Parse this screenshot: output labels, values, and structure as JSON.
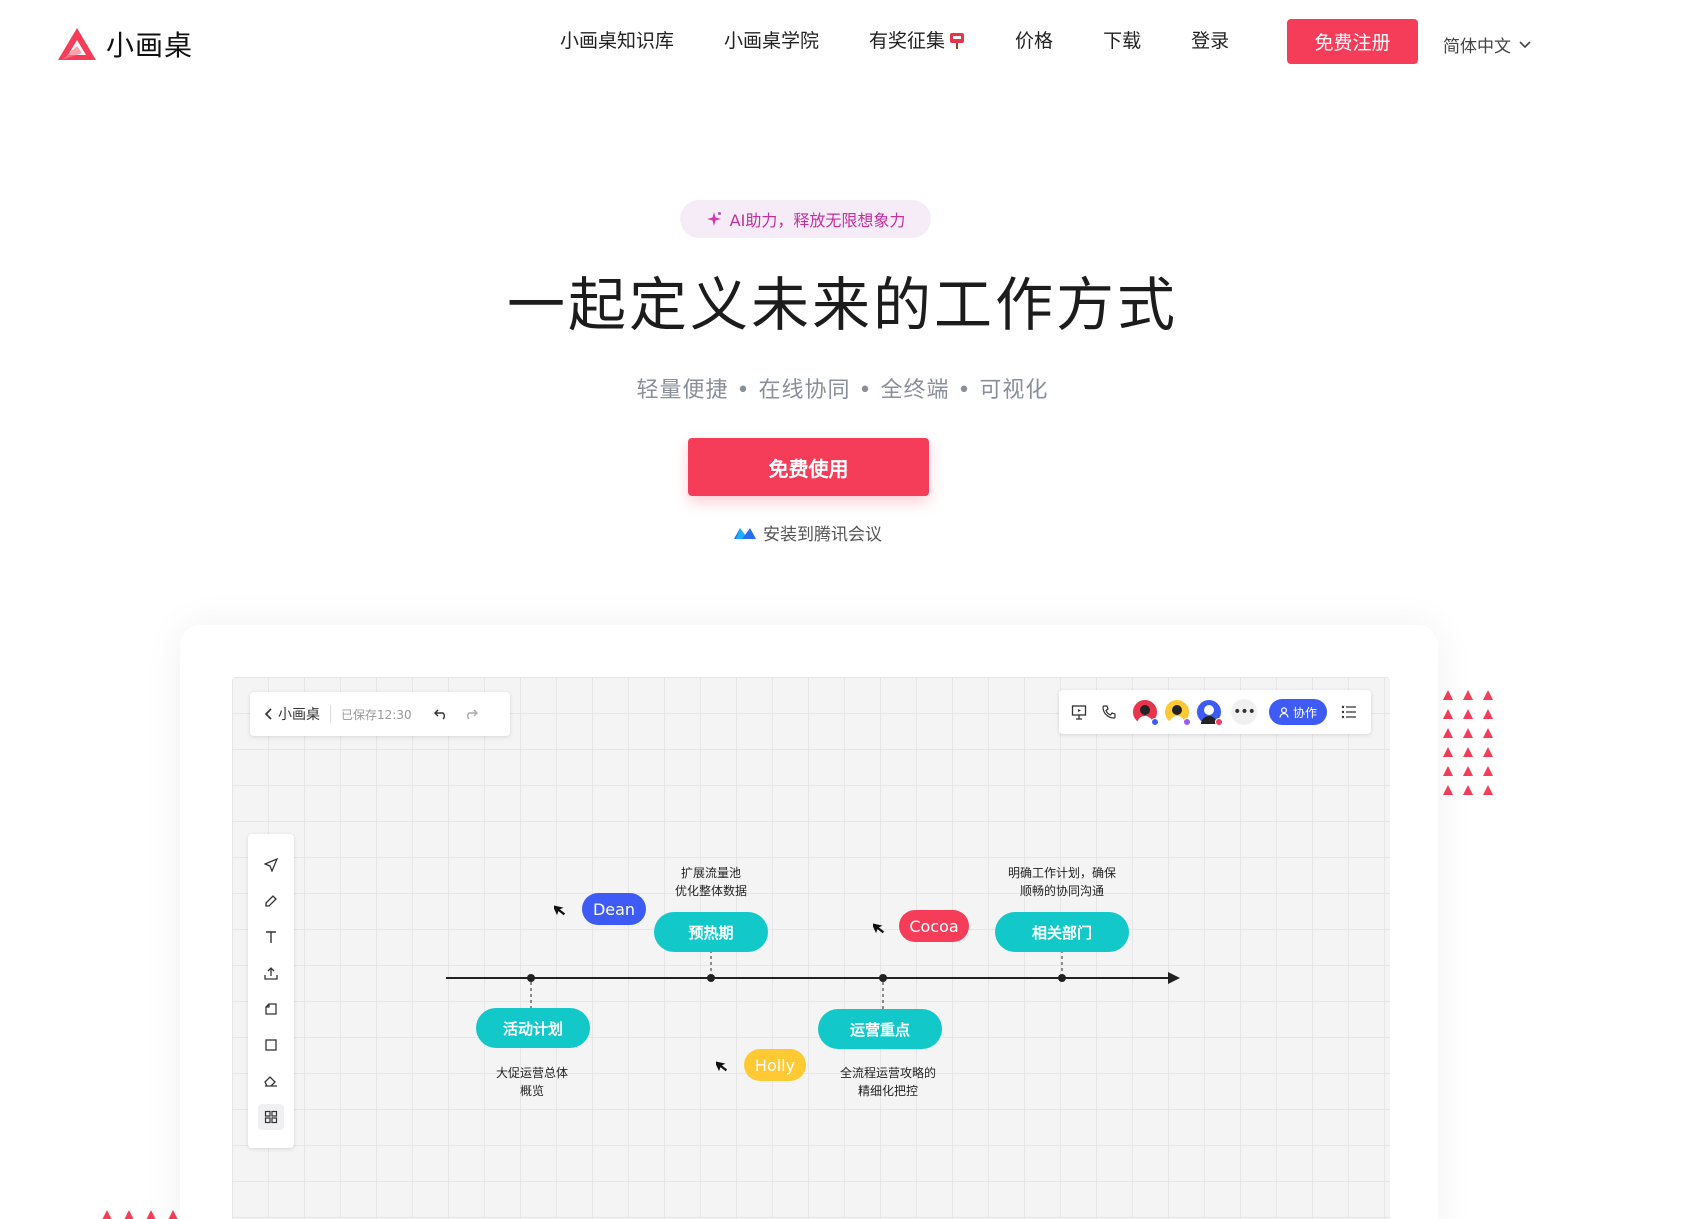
{
  "brand": {
    "name": "小画桌",
    "accent": "#f53d5a"
  },
  "nav": {
    "links": [
      "小画桌知识库",
      "小画桌学院",
      "有奖征集",
      "价格",
      "下载",
      "登录"
    ],
    "register": "免费注册",
    "language": "简体中文"
  },
  "hero": {
    "ai_pill": "AI助力，释放无限想象力",
    "title": "一起定义未来的工作方式",
    "subtitle": "轻量便捷 • 在线协同 • 全终端 • 可视化",
    "cta": "免费使用",
    "tencent": "安装到腾讯会议"
  },
  "editor": {
    "back_label": "小画桌",
    "saved": "已保存12:30",
    "collab": "协作",
    "nodes": [
      {
        "label": "活动计划",
        "note": "大促运营总体\n概览"
      },
      {
        "label": "预热期",
        "note": "扩展流量池\n优化整体数据"
      },
      {
        "label": "运营重点",
        "note": "全流程运营攻略的\n精细化把控"
      },
      {
        "label": "相关部门",
        "note": "明确工作计划，确保\n顺畅的协同沟通"
      }
    ],
    "cursors": [
      {
        "name": "Dean",
        "color": "#3e5cf5"
      },
      {
        "name": "Cocoa",
        "color": "#f53d5a"
      },
      {
        "name": "Holly",
        "color": "#ffc933"
      }
    ]
  }
}
